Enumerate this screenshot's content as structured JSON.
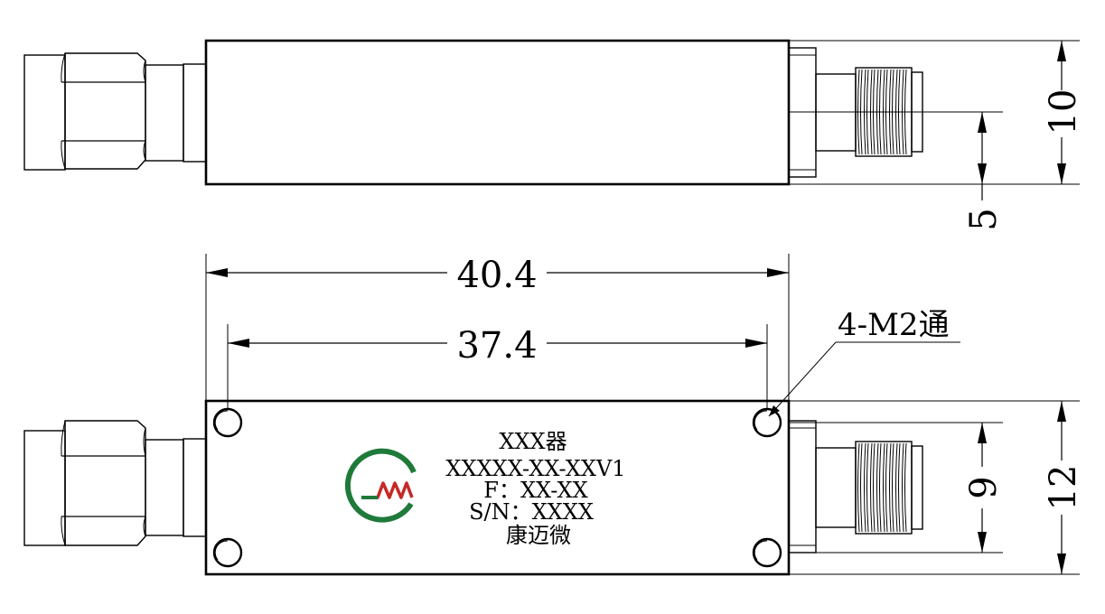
{
  "drawing": {
    "dimensions": {
      "height_total": "10",
      "height_offset": "5",
      "length_overall": "40.4",
      "hole_pitch_x": "37.4",
      "hole_callout": "4-M2通",
      "width_total": "12",
      "hole_pitch_y": "9"
    },
    "nameplate": {
      "line1": "XXX器",
      "line2": "XXXXX-XX-XXV1",
      "line3": "F：XX-XX",
      "line4": "S/N：XXXX",
      "line5": "康迈微"
    },
    "colors": {
      "line": "#000000",
      "logo_ring": "#1f7a3a",
      "logo_wave": "#c62828"
    }
  }
}
